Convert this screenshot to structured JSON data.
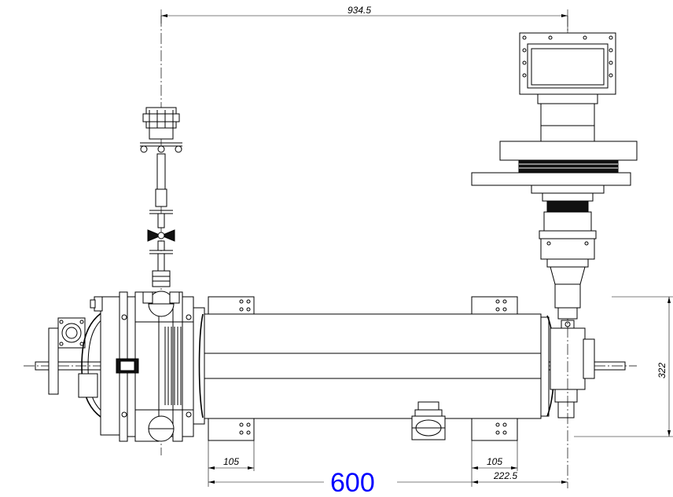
{
  "dimensions": {
    "top_span": "934.5",
    "height_right": "322",
    "foot_left": "105",
    "foot_right": "105",
    "offset_right": "222.5",
    "overall_length": "600"
  },
  "colors": {
    "line": "#000000",
    "highlight_dimension": "#0000ff",
    "background": "#ffffff"
  }
}
